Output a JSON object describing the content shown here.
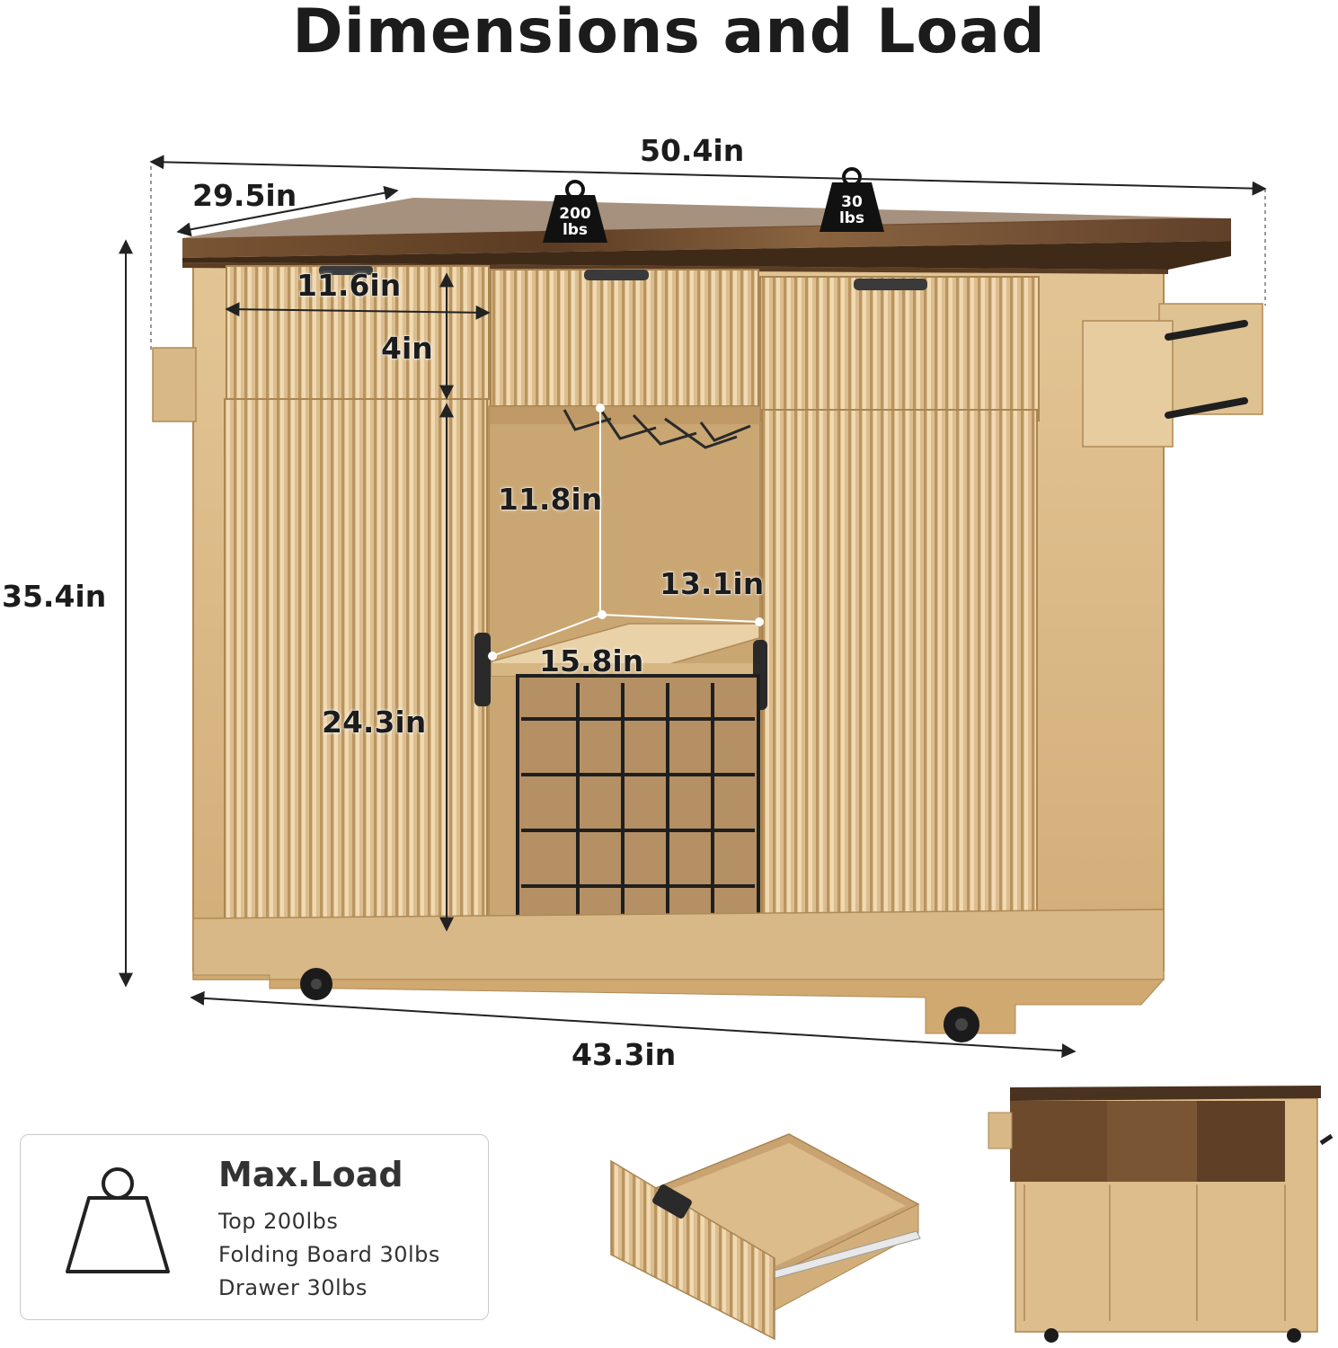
{
  "title": "Dimensions and Load",
  "dimensions": {
    "overall_width": "50.4in",
    "depth": "29.5in",
    "height": "35.4in",
    "base_width": "43.3in",
    "drawer_width": "11.6in",
    "drawer_height": "4in",
    "shelf_clearance": "11.8in",
    "shelf_depth": "13.1in",
    "shelf_width": "15.8in",
    "cabinet_height": "24.3in"
  },
  "weight_badges": {
    "top": {
      "value": "200",
      "unit": "lbs"
    },
    "board": {
      "value": "30",
      "unit": "lbs"
    }
  },
  "load_card": {
    "heading": "Max.Load",
    "lines": [
      "Top 200lbs",
      "Folding Board 30lbs",
      "Drawer 30lbs"
    ]
  },
  "colors": {
    "wood_light": "#d9b887",
    "wood_top": "#6e4a2c",
    "metal": "#1f1f1f",
    "text": "#1c1c1c"
  }
}
